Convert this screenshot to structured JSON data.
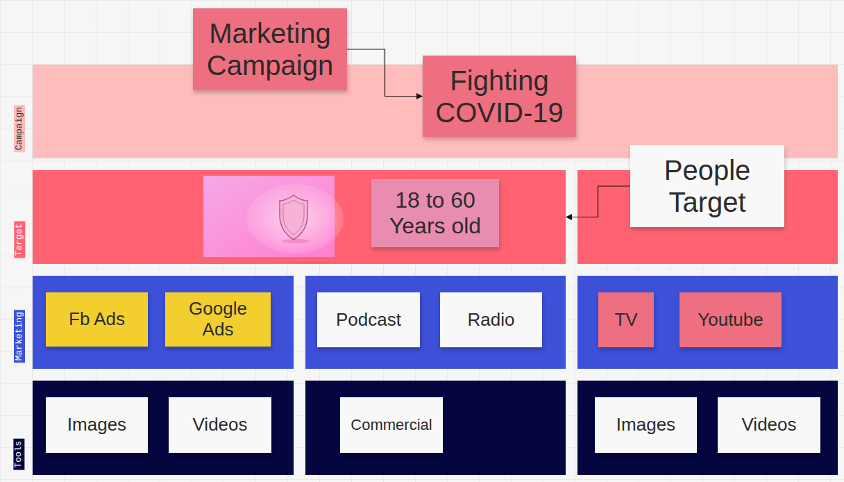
{
  "diagram": {
    "nodes": [
      {
        "text": [
          "Marketing Campaign"
        ]
      },
      {
        "text": []
      },
      {
        "text": [
          "Fighting COVID-19"
        ],
        "in": 1
      },
      {
        "text": []
      },
      {
        "text": [
          "18 to 60 Years old"
        ],
        "in": 3
      },
      {
        "text": []
      },
      {
        "text": [
          "People Target"
        ],
        "in": 5
      },
      {
        "text": []
      },
      {
        "text": [
          "Fb Ads"
        ],
        "in": 7
      },
      {
        "text": [
          "Google Ads"
        ],
        "in": 7
      },
      {
        "text": []
      },
      {
        "text": [
          "Podcast"
        ],
        "in": 10
      },
      {
        "text": [
          "Radio"
        ],
        "in": 10
      },
      {
        "text": []
      },
      {
        "text": [
          "TV"
        ],
        "in": 13
      },
      {
        "text": [
          "Youtube"
        ],
        "in": 13
      },
      {
        "text": []
      },
      {
        "text": [
          "Images"
        ],
        "in": 16
      },
      {
        "text": [
          "Videos"
        ],
        "in": 16
      },
      {
        "text": []
      },
      {
        "text": [
          "Commercial"
        ],
        "in": 19
      },
      {
        "text": []
      },
      {
        "text": [
          "Images"
        ],
        "in": 21
      },
      {
        "text": [
          "Videos"
        ],
        "in": 21
      }
    ],
    "edges": [
      {
        "from": 0,
        "to": 2,
        "arrow": "to"
      },
      {
        "from": 6,
        "to": 3,
        "arrow": "to"
      }
    ],
    "labels": [
      "Campaign",
      "Target",
      "Marketing",
      "Tools"
    ]
  }
}
